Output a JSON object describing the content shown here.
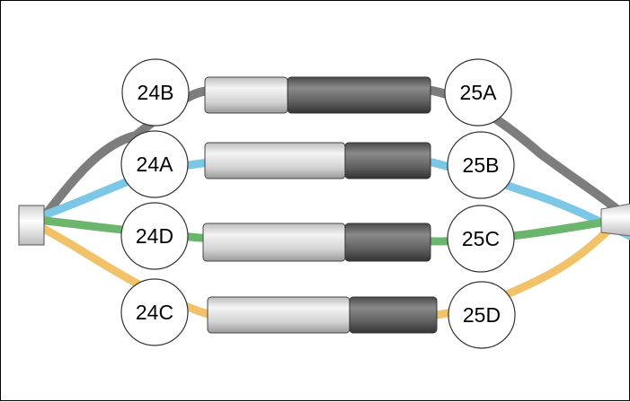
{
  "diagram": {
    "labels_left": [
      "24B",
      "24A",
      "24D",
      "24C"
    ],
    "labels_right": [
      "25A",
      "25B",
      "25C",
      "25D"
    ],
    "wire_colors": {
      "gray": "#7d7d7d",
      "blue": "#7cc7e6",
      "green": "#6cb56c",
      "yellow": "#f2c26a"
    }
  }
}
